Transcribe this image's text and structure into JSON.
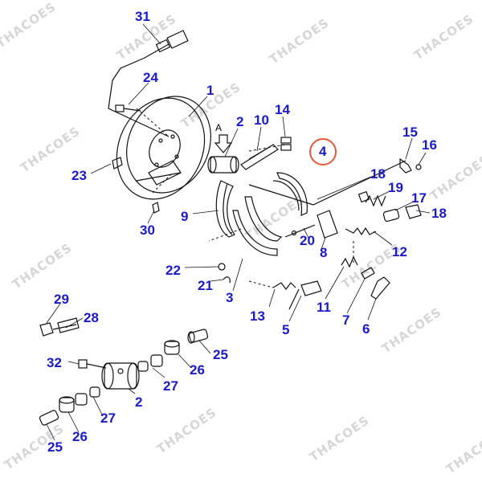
{
  "watermark": "THACOES",
  "view_marker": "A",
  "highlight": {
    "part": "4",
    "ring_color": "#e8573a"
  },
  "label_color": "#1a1acc",
  "parts": [
    {
      "id": "31",
      "text": "31"
    },
    {
      "id": "24",
      "text": "24"
    },
    {
      "id": "1",
      "text": "1"
    },
    {
      "id": "2a",
      "text": "2"
    },
    {
      "id": "10",
      "text": "10"
    },
    {
      "id": "14",
      "text": "14"
    },
    {
      "id": "4",
      "text": "4"
    },
    {
      "id": "15",
      "text": "15"
    },
    {
      "id": "16",
      "text": "16"
    },
    {
      "id": "23",
      "text": "23"
    },
    {
      "id": "18a",
      "text": "18"
    },
    {
      "id": "19",
      "text": "19"
    },
    {
      "id": "17",
      "text": "17"
    },
    {
      "id": "18b",
      "text": "18"
    },
    {
      "id": "9",
      "text": "9"
    },
    {
      "id": "30",
      "text": "30"
    },
    {
      "id": "20",
      "text": "20"
    },
    {
      "id": "8",
      "text": "8"
    },
    {
      "id": "12",
      "text": "12"
    },
    {
      "id": "22",
      "text": "22"
    },
    {
      "id": "21",
      "text": "21"
    },
    {
      "id": "3",
      "text": "3"
    },
    {
      "id": "11",
      "text": "11"
    },
    {
      "id": "7",
      "text": "7"
    },
    {
      "id": "13",
      "text": "13"
    },
    {
      "id": "5",
      "text": "5"
    },
    {
      "id": "6",
      "text": "6"
    },
    {
      "id": "29",
      "text": "29"
    },
    {
      "id": "28",
      "text": "28"
    },
    {
      "id": "25a",
      "text": "25"
    },
    {
      "id": "32",
      "text": "32"
    },
    {
      "id": "26a",
      "text": "26"
    },
    {
      "id": "27a",
      "text": "27"
    },
    {
      "id": "2b",
      "text": "2"
    },
    {
      "id": "27b",
      "text": "27"
    },
    {
      "id": "26b",
      "text": "26"
    },
    {
      "id": "25b",
      "text": "25"
    }
  ]
}
